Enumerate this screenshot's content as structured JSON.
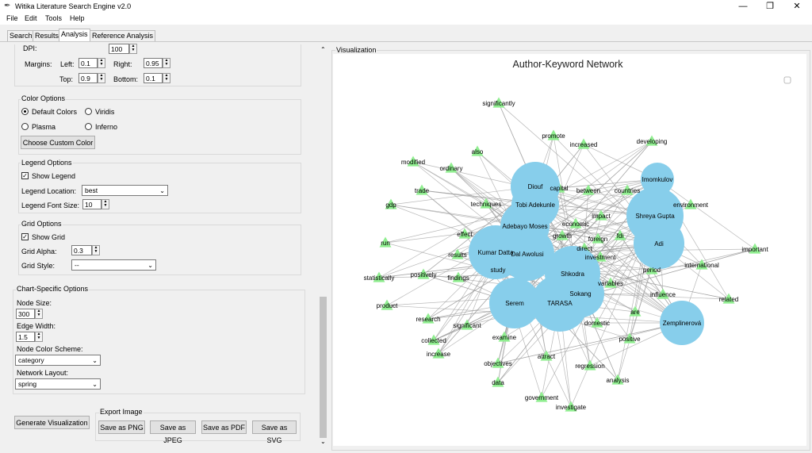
{
  "window": {
    "title": "Witika Literature Search Engine v2.0",
    "controls": [
      "—",
      "❐",
      "✕"
    ]
  },
  "menu": [
    "File",
    "Edit",
    "Tools",
    "Help"
  ],
  "tabs": [
    {
      "label": "Search",
      "active": false
    },
    {
      "label": "Results",
      "active": false
    },
    {
      "label": "Analysis",
      "active": true
    },
    {
      "label": "Reference Analysis",
      "active": false
    }
  ],
  "settings": {
    "dpi_label": "DPI:",
    "dpi_value": "100",
    "margins_label": "Margins:",
    "left_label": "Left:",
    "left_value": "0.1",
    "right_label": "Right:",
    "right_value": "0.95",
    "top_label": "Top:",
    "top_value": "0.9",
    "bottom_label": "Bottom:",
    "bottom_value": "0.1"
  },
  "color_options": {
    "title": "Color Options",
    "options": [
      "Default Colors",
      "Viridis",
      "Plasma",
      "Inferno"
    ],
    "selected": "Default Colors",
    "custom_button": "Choose Custom Color"
  },
  "legend_options": {
    "title": "Legend Options",
    "show_legend_label": "Show Legend",
    "show_legend": true,
    "location_label": "Legend Location:",
    "location_value": "best",
    "font_size_label": "Legend Font Size:",
    "font_size_value": "10"
  },
  "grid_options": {
    "title": "Grid Options",
    "show_grid_label": "Show Grid",
    "show_grid": true,
    "alpha_label": "Grid Alpha:",
    "alpha_value": "0.3",
    "style_label": "Grid Style:",
    "style_value": "--"
  },
  "chart_specific": {
    "title": "Chart-Specific Options",
    "node_size_label": "Node Size:",
    "node_size_value": "300",
    "edge_width_label": "Edge Width:",
    "edge_width_value": "1.5",
    "color_scheme_label": "Node Color Scheme:",
    "color_scheme_value": "category",
    "layout_label": "Network Layout:",
    "layout_value": "spring"
  },
  "generate_button": "Generate Visualization",
  "export": {
    "title": "Export Image",
    "buttons": [
      "Save as PNG",
      "Save as JPEG",
      "Save as PDF",
      "Save as SVG"
    ]
  },
  "visualization": {
    "group_label": "Visualization",
    "chart_title": "Author-Keyword Network"
  },
  "colors": {
    "author_node": "#87ceeb",
    "keyword_node": "#90ee90",
    "edge": "#a0a0a0"
  },
  "network": {
    "authors": [
      {
        "label": "Diouf"
      },
      {
        "label": "Imomkulov"
      },
      {
        "label": "Tobi Adekunle"
      },
      {
        "label": "Shreya Gupta"
      },
      {
        "label": "Adebayo Moses"
      },
      {
        "label": "Adi"
      },
      {
        "label": "Kumar Datta"
      },
      {
        "label": "Dal Awolusi"
      },
      {
        "label": "Shkodra"
      },
      {
        "label": "Sokang"
      },
      {
        "label": "Serem"
      },
      {
        "label": "TARASA"
      },
      {
        "label": "Zemplinerová"
      }
    ],
    "keywords": [
      {
        "label": "significantly"
      },
      {
        "label": "promote"
      },
      {
        "label": "increased"
      },
      {
        "label": "developing"
      },
      {
        "label": "also"
      },
      {
        "label": "modified"
      },
      {
        "label": "ordinary"
      },
      {
        "label": "capital"
      },
      {
        "label": "between"
      },
      {
        "label": "countries"
      },
      {
        "label": "trade"
      },
      {
        "label": "techniques"
      },
      {
        "label": "environment"
      },
      {
        "label": "gdp"
      },
      {
        "label": "impact"
      },
      {
        "label": "economic"
      },
      {
        "label": "effect"
      },
      {
        "label": "growth"
      },
      {
        "label": "foreign"
      },
      {
        "label": "fdi"
      },
      {
        "label": "run"
      },
      {
        "label": "direct"
      },
      {
        "label": "important"
      },
      {
        "label": "results"
      },
      {
        "label": "investment"
      },
      {
        "label": "international"
      },
      {
        "label": "statistically"
      },
      {
        "label": "positively"
      },
      {
        "label": "findings"
      },
      {
        "label": "study"
      },
      {
        "label": "period"
      },
      {
        "label": "variables"
      },
      {
        "label": "product"
      },
      {
        "label": "influence"
      },
      {
        "label": "related"
      },
      {
        "label": "research"
      },
      {
        "label": "significant"
      },
      {
        "label": "are"
      },
      {
        "label": "domestic"
      },
      {
        "label": "collected"
      },
      {
        "label": "examine"
      },
      {
        "label": "positive"
      },
      {
        "label": "increase"
      },
      {
        "label": "objectives"
      },
      {
        "label": "attract"
      },
      {
        "label": "regression"
      },
      {
        "label": "data"
      },
      {
        "label": "analysis"
      },
      {
        "label": "government"
      },
      {
        "label": "investigate"
      }
    ]
  }
}
